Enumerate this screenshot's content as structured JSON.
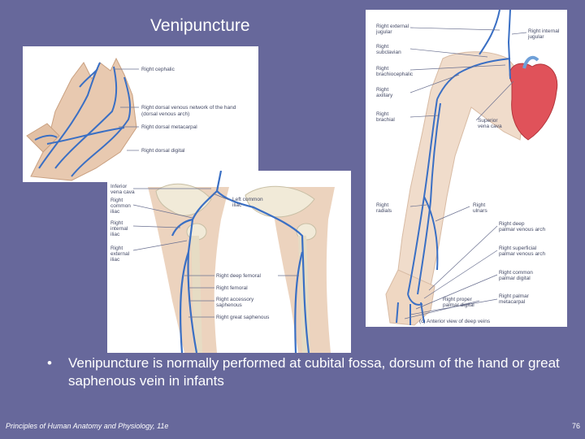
{
  "slide": {
    "title": "Venipuncture",
    "bullet": "Venipuncture is normally performed at cubital fossa, dorsum of the hand or great saphenous vein in infants",
    "bullet_marker": "•",
    "footer": "Principles of Human Anatomy and Physiology, 11e",
    "page_number": "76"
  },
  "hand_figure": {
    "labels": [
      "Right cephalic",
      "Right dorsal venous network of the hand",
      "(dorsal venous arch)",
      "Right dorsal metacarpal",
      "Right dorsal digital"
    ]
  },
  "leg_figure": {
    "left_labels": [
      "Inferior",
      "vena cava",
      "Right",
      "common",
      "iliac",
      "Right",
      "internal",
      "iliac",
      "Right",
      "external",
      "iliac"
    ],
    "top_label": [
      "Left common",
      "iliac"
    ],
    "right_labels": [
      "Right deep femoral",
      "Right femoral",
      "Right accessory",
      "saphenous",
      "Right great saphenous"
    ]
  },
  "arm_figure": {
    "left_labels": [
      "Right external",
      "jugular",
      "Right",
      "subclavian",
      "Right",
      "brachiocephalic",
      "Right",
      "axillary",
      "Right",
      "brachial",
      "Right",
      "radials"
    ],
    "right_labels": [
      "Right internal",
      "jugular",
      "Superior",
      "vena cava",
      "Right",
      "ulnars",
      "Right deep",
      "palmar venous arch",
      "Right superficial",
      "palmar venous arch",
      "Right common",
      "palmar digital",
      "Right palmar",
      "metacarpal",
      "Right proper",
      "palmar digital"
    ],
    "caption": "(c) Anterior view of deep veins"
  }
}
